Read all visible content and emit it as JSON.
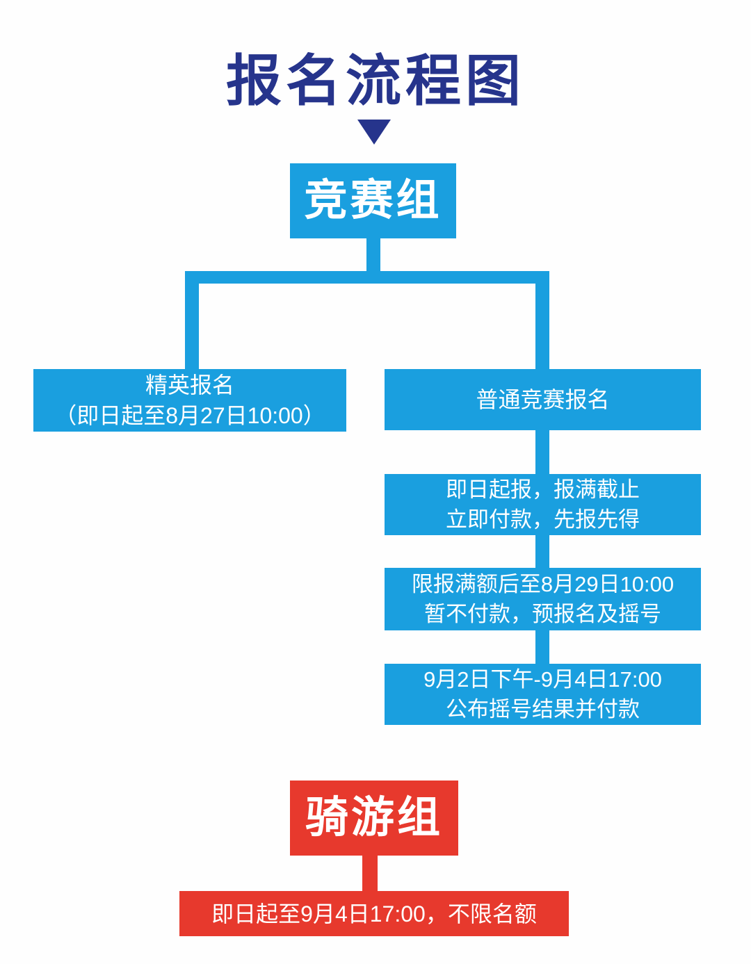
{
  "colors": {
    "navy": "#26348C",
    "blue": "#1A9FDF",
    "red": "#E7392D",
    "box_text": "#FFFFFF",
    "bg": "#FEFEFE"
  },
  "title": "报名流程图",
  "flow": {
    "competition": {
      "header": "竞赛组",
      "elite": {
        "line1": "精英报名",
        "line2": "（即日起至8月27日10:00）"
      },
      "regular": {
        "header": "普通竞赛报名",
        "steps": [
          {
            "line1": "即日起报，报满截止",
            "line2": "立即付款，先报先得"
          },
          {
            "line1": "限报满额后至8月29日10:00",
            "line2": "暂不付款，预报名及摇号"
          },
          {
            "line1": "9月2日下午-9月4日17:00",
            "line2": "公布摇号结果并付款"
          }
        ]
      }
    },
    "riding": {
      "header": "骑游组",
      "note": "即日起至9月4日17:00，不限名额"
    }
  }
}
